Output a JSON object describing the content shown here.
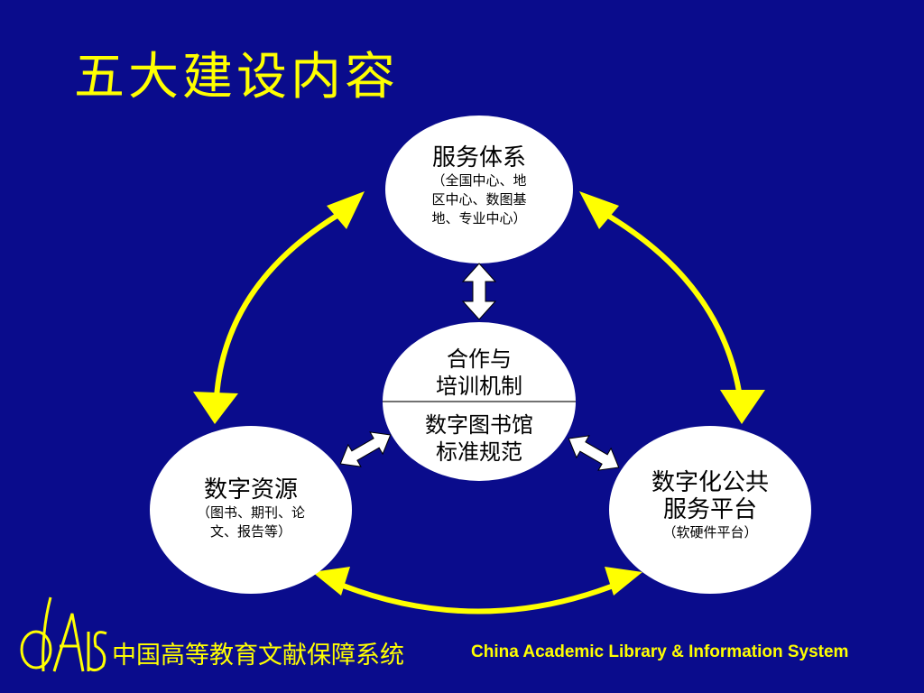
{
  "title": "五大建设内容",
  "nodes": {
    "service": {
      "title": "服务体系",
      "sub_lines": [
        "（全国中心、地",
        "区中心、数图基",
        "地、专业中心）"
      ]
    },
    "resources": {
      "title": "数字资源",
      "sub_lines": [
        "（图书、期刊、论",
        "文、报告等）"
      ]
    },
    "platform": {
      "title_lines": [
        "数字化公共",
        "服务平台"
      ],
      "sub": "（软硬件平台）"
    },
    "center": {
      "top_lines": [
        "合作与",
        "培训机制"
      ],
      "bottom_lines": [
        "数字图书馆",
        "标准规范"
      ]
    }
  },
  "footer": {
    "logo": "CALIS",
    "org_cn": "中国高等教育文献保障系统",
    "org_en": "China Academic Library & Information System"
  },
  "colors": {
    "background": "#0a0c8c",
    "accent": "#ffff00",
    "node_fill": "#ffffff"
  }
}
